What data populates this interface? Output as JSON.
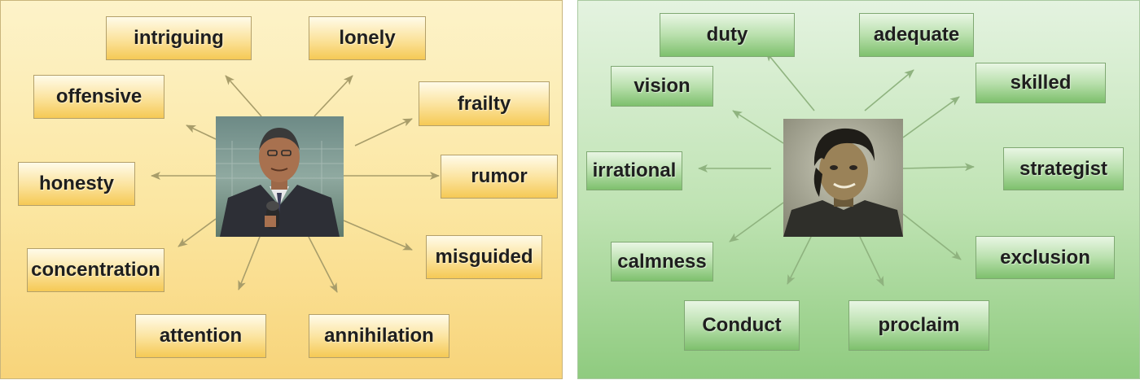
{
  "left_panel": {
    "words": [
      "intriguing",
      "lonely",
      "offensive",
      "frailty",
      "honesty",
      "rumor",
      "concentration",
      "misguided",
      "attention",
      "annihilation"
    ],
    "colors": {
      "background": "#fbe6a1",
      "box": "#f5c955",
      "arrow": "#a89d6a"
    }
  },
  "right_panel": {
    "words": [
      "duty",
      "adequate",
      "vision",
      "skilled",
      "irrational",
      "strategist",
      "calmness",
      "exclusion",
      "Conduct",
      "proclaim"
    ],
    "colors": {
      "background": "#bfe3b3",
      "box": "#7ec06d",
      "arrow": "#8fb37f"
    }
  }
}
